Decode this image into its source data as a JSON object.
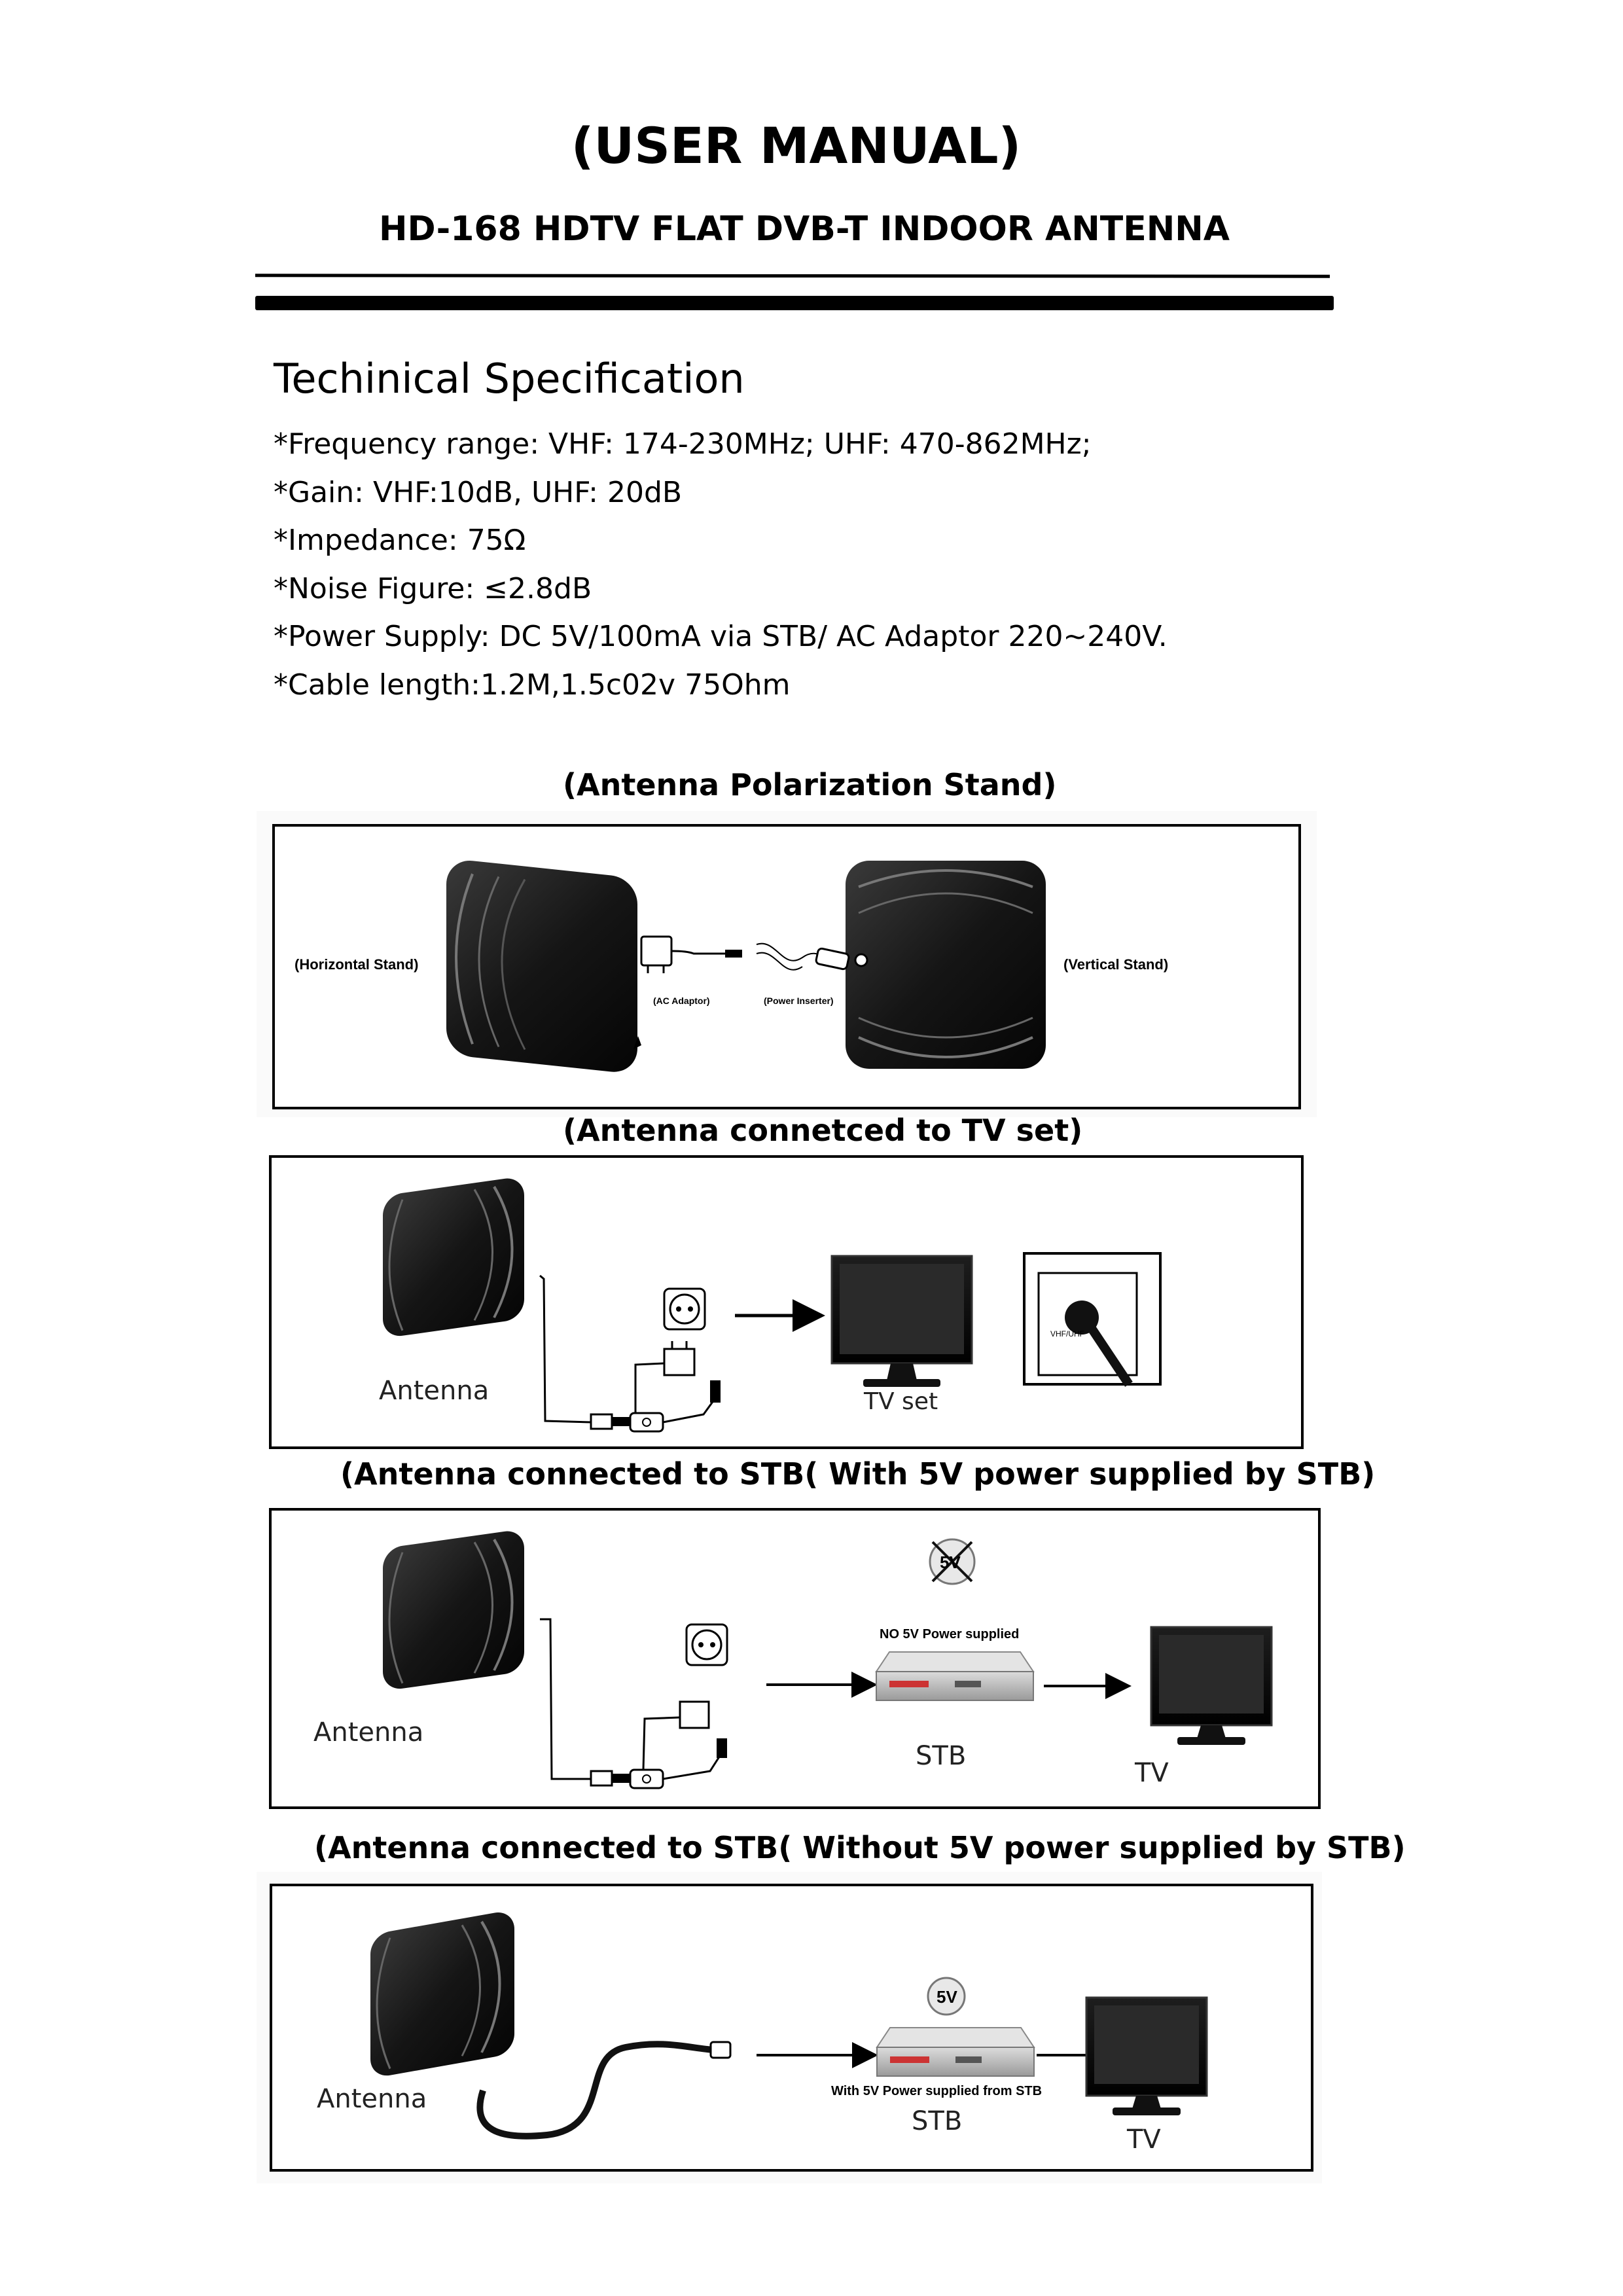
{
  "header": {
    "title": "(USER MANUAL)",
    "subtitle": "HD-168 HDTV FLAT DVB-T INDOOR ANTENNA"
  },
  "specs": {
    "heading": "Techinical Specification",
    "items": [
      "*Frequency range: VHF: 174-230MHz; UHF: 470-862MHz;",
      "*Gain: VHF:10dB, UHF: 20dB",
      "*Impedance: 75Ω",
      "*Noise Figure: ≤2.8dB",
      "*Power Supply: DC 5V/100mA via STB/ AC Adaptor 220~240V.",
      "*Cable length:1.2M,1.5c02v 75Ohm"
    ]
  },
  "figures": {
    "polarization": {
      "caption": "(Antenna Polarization Stand)",
      "horizontal_label": "(Horizontal Stand)",
      "vertical_label": "(Vertical Stand)",
      "adaptor_label": "(AC Adaptor)",
      "inserter_label": "(Power Inserter)"
    },
    "tv_set": {
      "caption": "(Antenna connetced to TV set)",
      "antenna_label": "Antenna",
      "tv_label": "TV set",
      "socket_label": "VHF/UHF"
    },
    "stb_with_power": {
      "caption": "(Antenna connected to STB( With 5V power supplied by STB)",
      "antenna_label": "Antenna",
      "badge": "5V",
      "note": "NO 5V Power supplied",
      "stb_label": "STB",
      "tv_label": "TV"
    },
    "stb_without_power": {
      "caption": "(Antenna connected to STB( Without 5V power supplied by STB)",
      "antenna_label": "Antenna",
      "badge": "5V",
      "note": "With 5V Power supplied from STB",
      "stb_label": "STB",
      "tv_label": "TV"
    }
  }
}
